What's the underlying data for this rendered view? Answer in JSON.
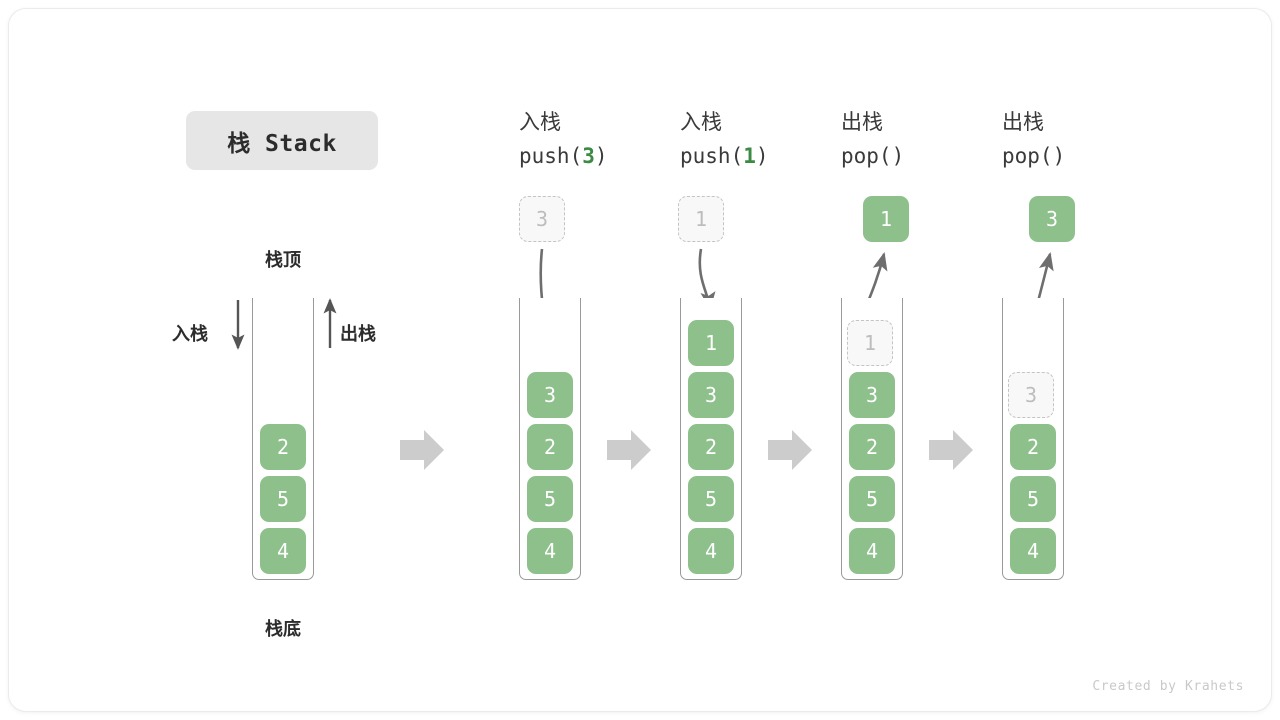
{
  "title_badge": {
    "label": "栈 Stack"
  },
  "credit": {
    "text": "Created by Krahets"
  },
  "annotations": {
    "top": "栈顶",
    "bottom": "栈底",
    "push": "入栈",
    "pop": "出栈"
  },
  "colors": {
    "cell_fill": "#8ec08c",
    "cell_text": "#ffffff",
    "ghost_fill": "#f8f8f8",
    "ghost_border": "#c4c4c4",
    "ghost_text": "#bdbdbd",
    "accent_green": "#3c8a43",
    "arrow_gray": "#6e6e6e",
    "block_arrow": "#cccccc",
    "badge_bg": "#e6e6e6"
  },
  "columns": [
    {
      "id": "initial",
      "header_cn": "",
      "header_code_pre": "",
      "header_code_arg": "",
      "header_code_post": "",
      "stack": [
        "2",
        "5",
        "4"
      ],
      "ghost": null,
      "floating": null
    },
    {
      "id": "push-3",
      "header_cn": "入栈",
      "header_code_pre": "push(",
      "header_code_arg": "3",
      "header_code_post": ")",
      "stack": [
        "3",
        "2",
        "5",
        "4"
      ],
      "ghost": {
        "value": "3",
        "position": "above"
      },
      "floating": null
    },
    {
      "id": "push-1",
      "header_cn": "入栈",
      "header_code_pre": "push(",
      "header_code_arg": "1",
      "header_code_post": ")",
      "stack": [
        "1",
        "3",
        "2",
        "5",
        "4"
      ],
      "ghost": {
        "value": "1",
        "position": "above"
      },
      "floating": null
    },
    {
      "id": "pop-1",
      "header_cn": "出栈",
      "header_code_pre": "pop(",
      "header_code_arg": "",
      "header_code_post": ")",
      "stack": [
        "3",
        "2",
        "5",
        "4"
      ],
      "ghost": {
        "value": "1",
        "position": "in-stack-top"
      },
      "floating": {
        "value": "1"
      }
    },
    {
      "id": "pop-3",
      "header_cn": "出栈",
      "header_code_pre": "pop(",
      "header_code_arg": "",
      "header_code_post": ")",
      "stack": [
        "2",
        "5",
        "4"
      ],
      "ghost": {
        "value": "3",
        "position": "in-stack-top"
      },
      "floating": {
        "value": "3"
      }
    }
  ],
  "flow_arrows": 4
}
